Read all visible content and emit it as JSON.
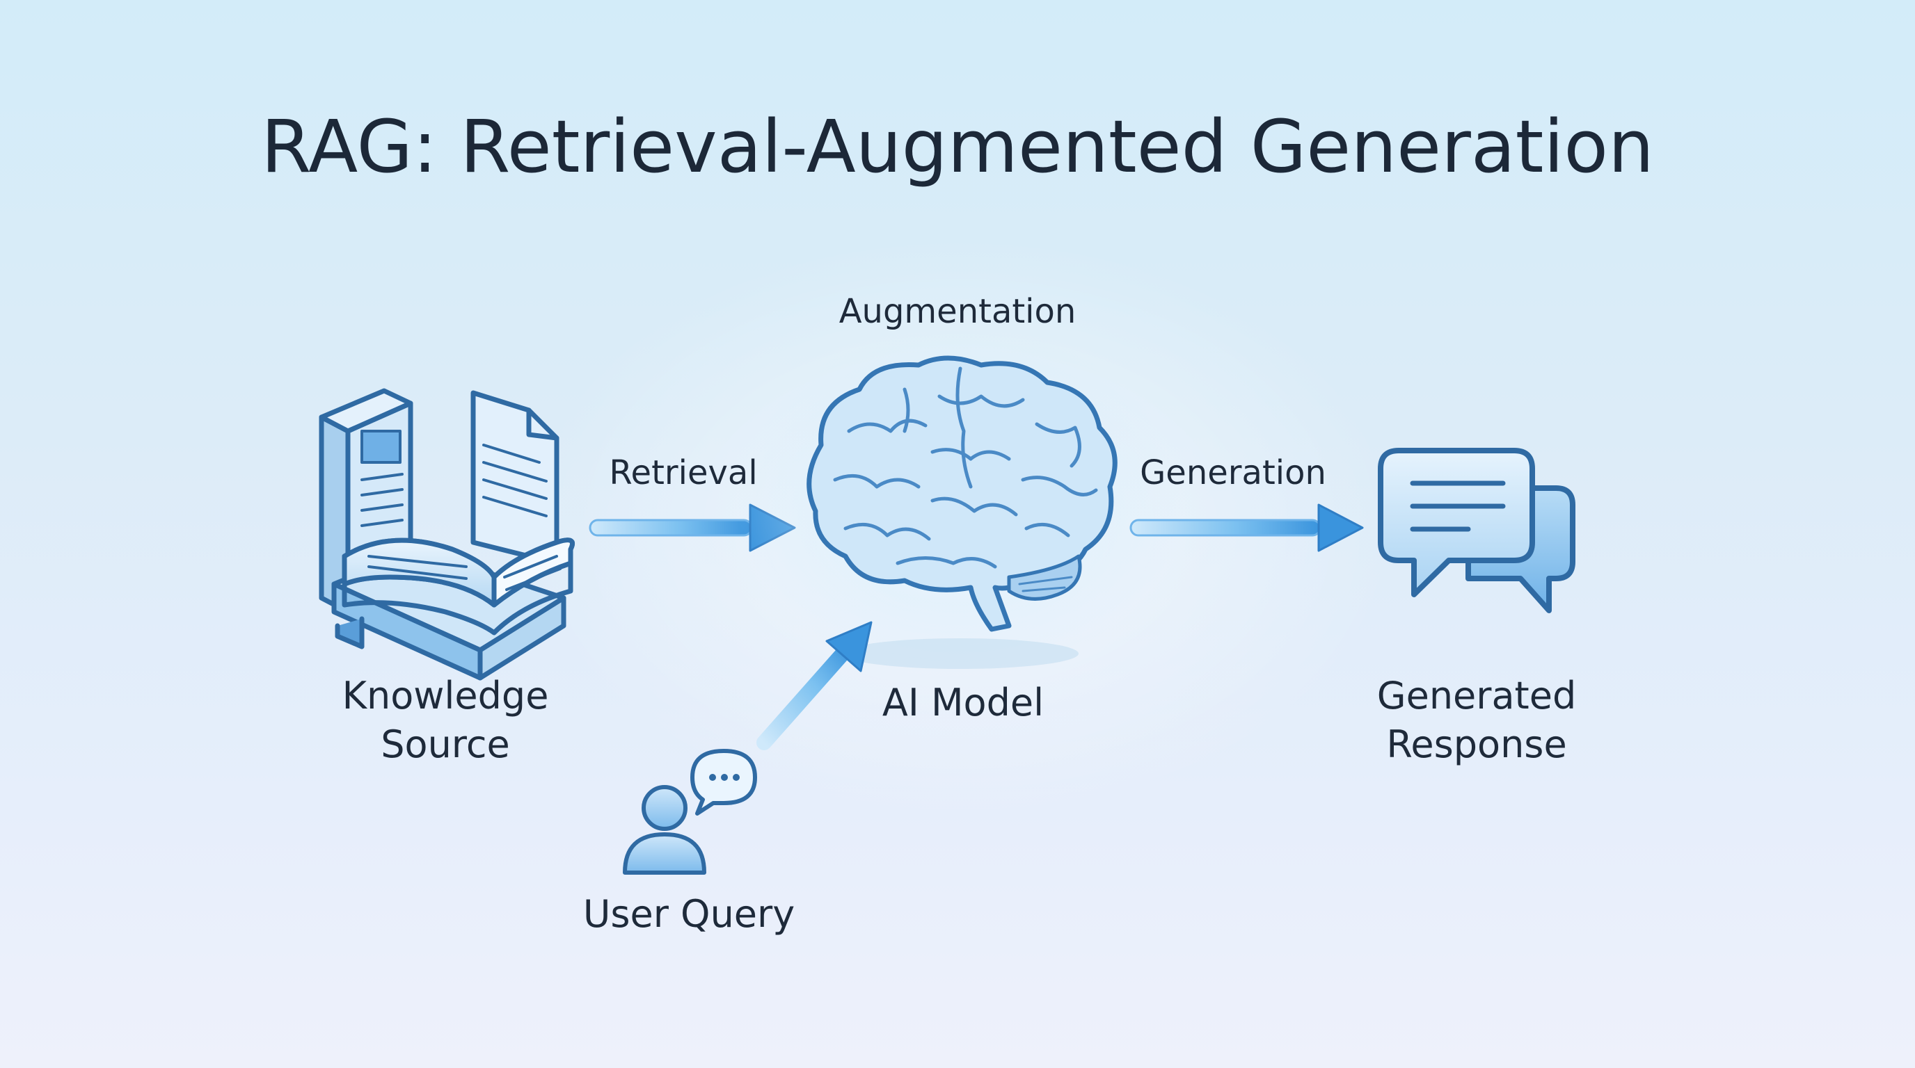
{
  "title": "RAG: Retrieval-Augmented Generation",
  "stages": {
    "augmentation": "Augmentation",
    "retrieval": "Retrieval",
    "generation": "Generation"
  },
  "nodes": {
    "knowledge_source": {
      "line1": "Knowledge",
      "line2": "Source",
      "icon": "books-icon"
    },
    "ai_model": {
      "label": "AI Model",
      "icon": "brain-icon"
    },
    "generated_response": {
      "line1": "Generated",
      "line2": "Response",
      "icon": "chat-bubbles-icon"
    },
    "user_query": {
      "label": "User Query",
      "icon": "user-speech-icon"
    }
  },
  "colors": {
    "accent": "#3f8fd8",
    "arrow": "#4aa3e6",
    "icon_stroke": "#2f6aa3",
    "icon_fill": "#b9dcf5",
    "title": "#1c2838"
  }
}
